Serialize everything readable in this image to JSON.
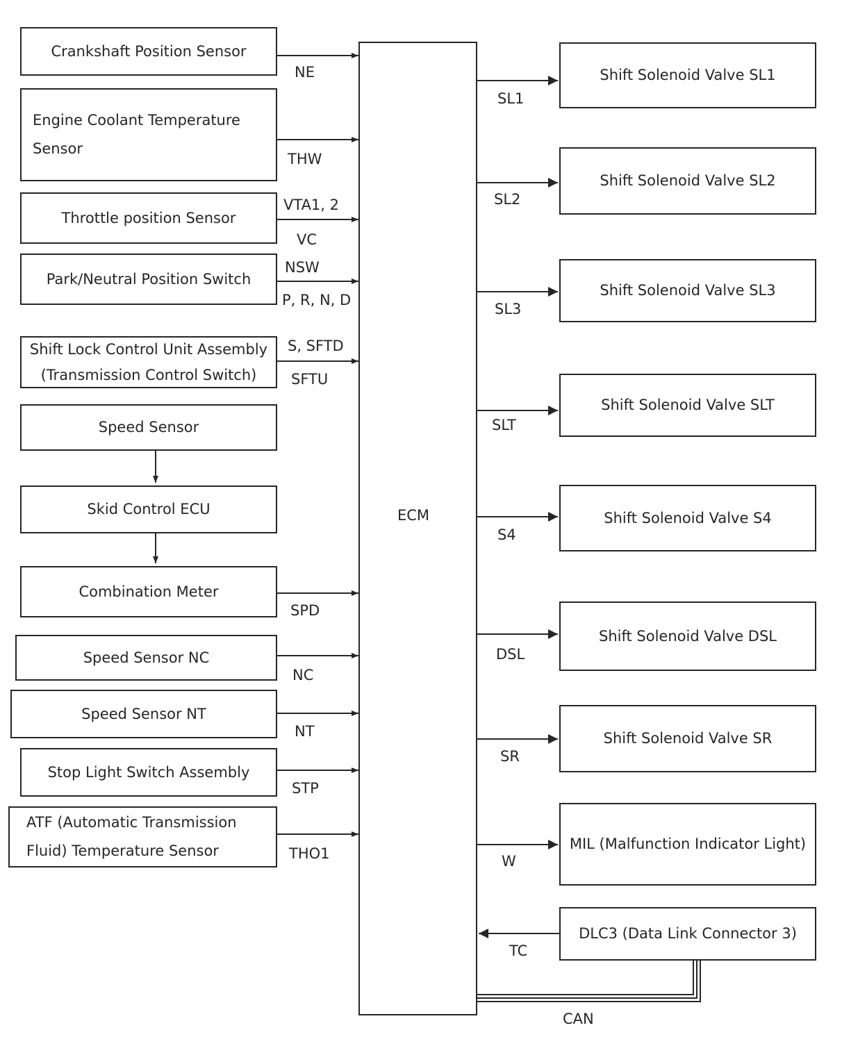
{
  "ecm": {
    "label": "ECM"
  },
  "inputs": [
    {
      "id": "crankshaft",
      "label": "Crankshaft Position Sensor",
      "signals": [
        "NE"
      ]
    },
    {
      "id": "coolant",
      "label": "Engine Coolant Temperature\nSensor",
      "signals": [
        "THW"
      ]
    },
    {
      "id": "throttle",
      "label": "Throttle position Sensor",
      "signals": [
        "VTA1, 2",
        "VC"
      ]
    },
    {
      "id": "park-neutral",
      "label": "Park/Neutral Position Switch",
      "signals": [
        "NSW",
        "P, R, N, D"
      ]
    },
    {
      "id": "shift-lock",
      "label": "Shift Lock Control Unit Assembly\n(Transmission Control Switch)",
      "signals": [
        "S, SFTD",
        "SFTU"
      ]
    },
    {
      "id": "speed-sensor",
      "label": "Speed Sensor",
      "signals": []
    },
    {
      "id": "skid-control",
      "label": "Skid Control ECU",
      "signals": []
    },
    {
      "id": "combination-meter",
      "label": "Combination Meter",
      "signals": [
        "SPD"
      ]
    },
    {
      "id": "speed-nc",
      "label": "Speed Sensor NC",
      "signals": [
        "NC"
      ]
    },
    {
      "id": "speed-nt",
      "label": "Speed Sensor NT",
      "signals": [
        "NT"
      ]
    },
    {
      "id": "stop-light",
      "label": "Stop Light Switch Assembly",
      "signals": [
        "STP"
      ]
    },
    {
      "id": "atf-temp",
      "label": "ATF (Automatic Transmission\nFluid) Temperature Sensor",
      "signals": [
        "THO1"
      ]
    }
  ],
  "outputs": [
    {
      "id": "sl1",
      "label": "Shift Solenoid Valve SL1",
      "signal": "SL1"
    },
    {
      "id": "sl2",
      "label": "Shift Solenoid Valve SL2",
      "signal": "SL2"
    },
    {
      "id": "sl3",
      "label": "Shift Solenoid Valve SL3",
      "signal": "SL3"
    },
    {
      "id": "slt",
      "label": "Shift Solenoid Valve SLT",
      "signal": "SLT"
    },
    {
      "id": "s4",
      "label": "Shift Solenoid Valve S4",
      "signal": "S4"
    },
    {
      "id": "dsl",
      "label": "Shift Solenoid Valve DSL",
      "signal": "DSL"
    },
    {
      "id": "sr",
      "label": "Shift Solenoid Valve SR",
      "signal": "SR"
    },
    {
      "id": "mil",
      "label": "MIL (Malfunction Indicator Light)",
      "signal": "W"
    }
  ],
  "dlc": {
    "label": "DLC3 (Data Link Connector 3)",
    "signal": "TC",
    "bus": "CAN"
  },
  "colors": {
    "line": "#262626",
    "background": "#ffffff"
  }
}
